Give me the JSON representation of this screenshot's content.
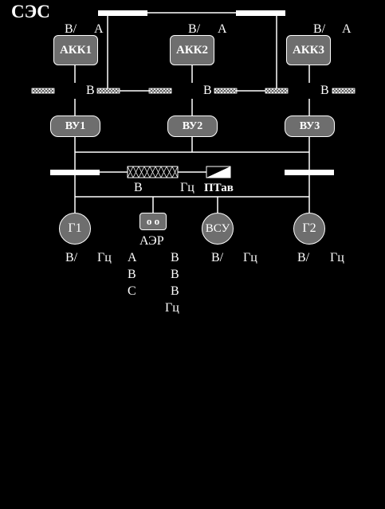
{
  "title": "СЭС",
  "akk": [
    {
      "name": "АКК1",
      "v": "В/",
      "a": "А",
      "b": "В"
    },
    {
      "name": "АКК2",
      "v": "В/",
      "a": "А",
      "b": "В"
    },
    {
      "name": "АКК3",
      "v": "В/",
      "a": "А",
      "b": "В"
    }
  ],
  "vu": [
    "ВУ1",
    "ВУ2",
    "ВУ3"
  ],
  "bus_labels": {
    "v": "В",
    "hz": "Гц",
    "ptav": "ПТав"
  },
  "generators": {
    "g1": {
      "name": "Г1",
      "v": "В/",
      "hz": "Гц"
    },
    "vsu": {
      "name": "ВСУ",
      "v": "В/",
      "hz": "Гц"
    },
    "g2": {
      "name": "Г2",
      "v": "В/",
      "hz": "Гц"
    }
  },
  "aer": {
    "symbol": "о о",
    "name": "АЭР",
    "col1": [
      "А",
      "В",
      "С"
    ],
    "col2": [
      "В",
      "В",
      "В",
      "Гц"
    ]
  }
}
